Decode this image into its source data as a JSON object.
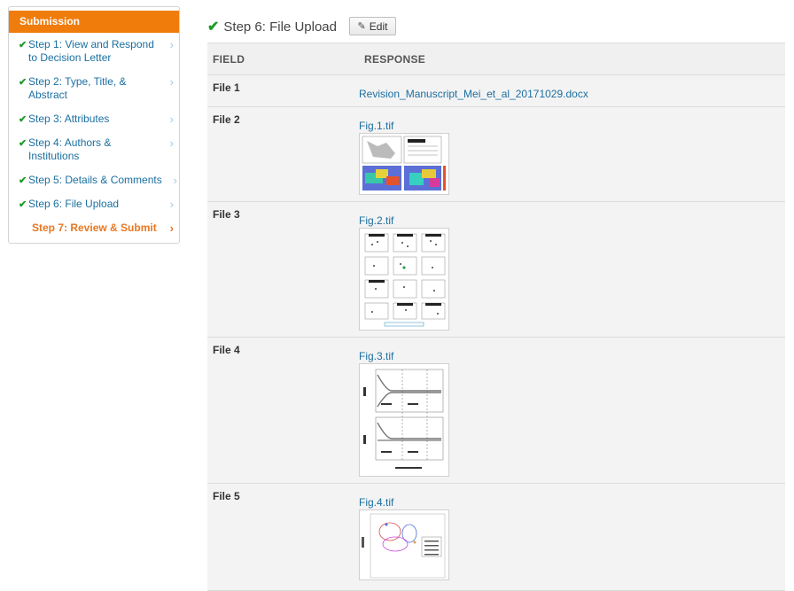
{
  "sidebar": {
    "header": "Submission",
    "items": [
      {
        "label": "Step 1: View and Respond to Decision Letter",
        "done": true
      },
      {
        "label": "Step 2: Type, Title, & Abstract",
        "done": true
      },
      {
        "label": "Step 3: Attributes",
        "done": true
      },
      {
        "label": "Step 4: Authors & Institutions",
        "done": true
      },
      {
        "label": "Step 5: Details & Comments",
        "done": true
      },
      {
        "label": "Step 6: File Upload",
        "done": true
      },
      {
        "label": "Step 7: Review & Submit",
        "done": false,
        "current": true
      }
    ]
  },
  "main": {
    "step_title": "Step 6: File Upload",
    "edit_label": "Edit",
    "columns": [
      "FIELD",
      "RESPONSE"
    ],
    "rows": [
      {
        "field": "File 1",
        "file": "Revision_Manuscript_Mei_et_al_20171029.docx"
      },
      {
        "field": "File 2",
        "file": "Fig.1.tif"
      },
      {
        "field": "File 3",
        "file": "Fig.2.tif"
      },
      {
        "field": "File 4",
        "file": "Fig.3.tif"
      },
      {
        "field": "File 5",
        "file": "Fig.4.tif"
      }
    ]
  },
  "icons": {
    "check": "check-icon",
    "chevron": "chevron-right-icon",
    "edit": "pencil-icon"
  },
  "colors": {
    "accent_orange": "#f07c0b",
    "link_blue": "#1b6fa0",
    "check_green": "#1f9a2a"
  }
}
